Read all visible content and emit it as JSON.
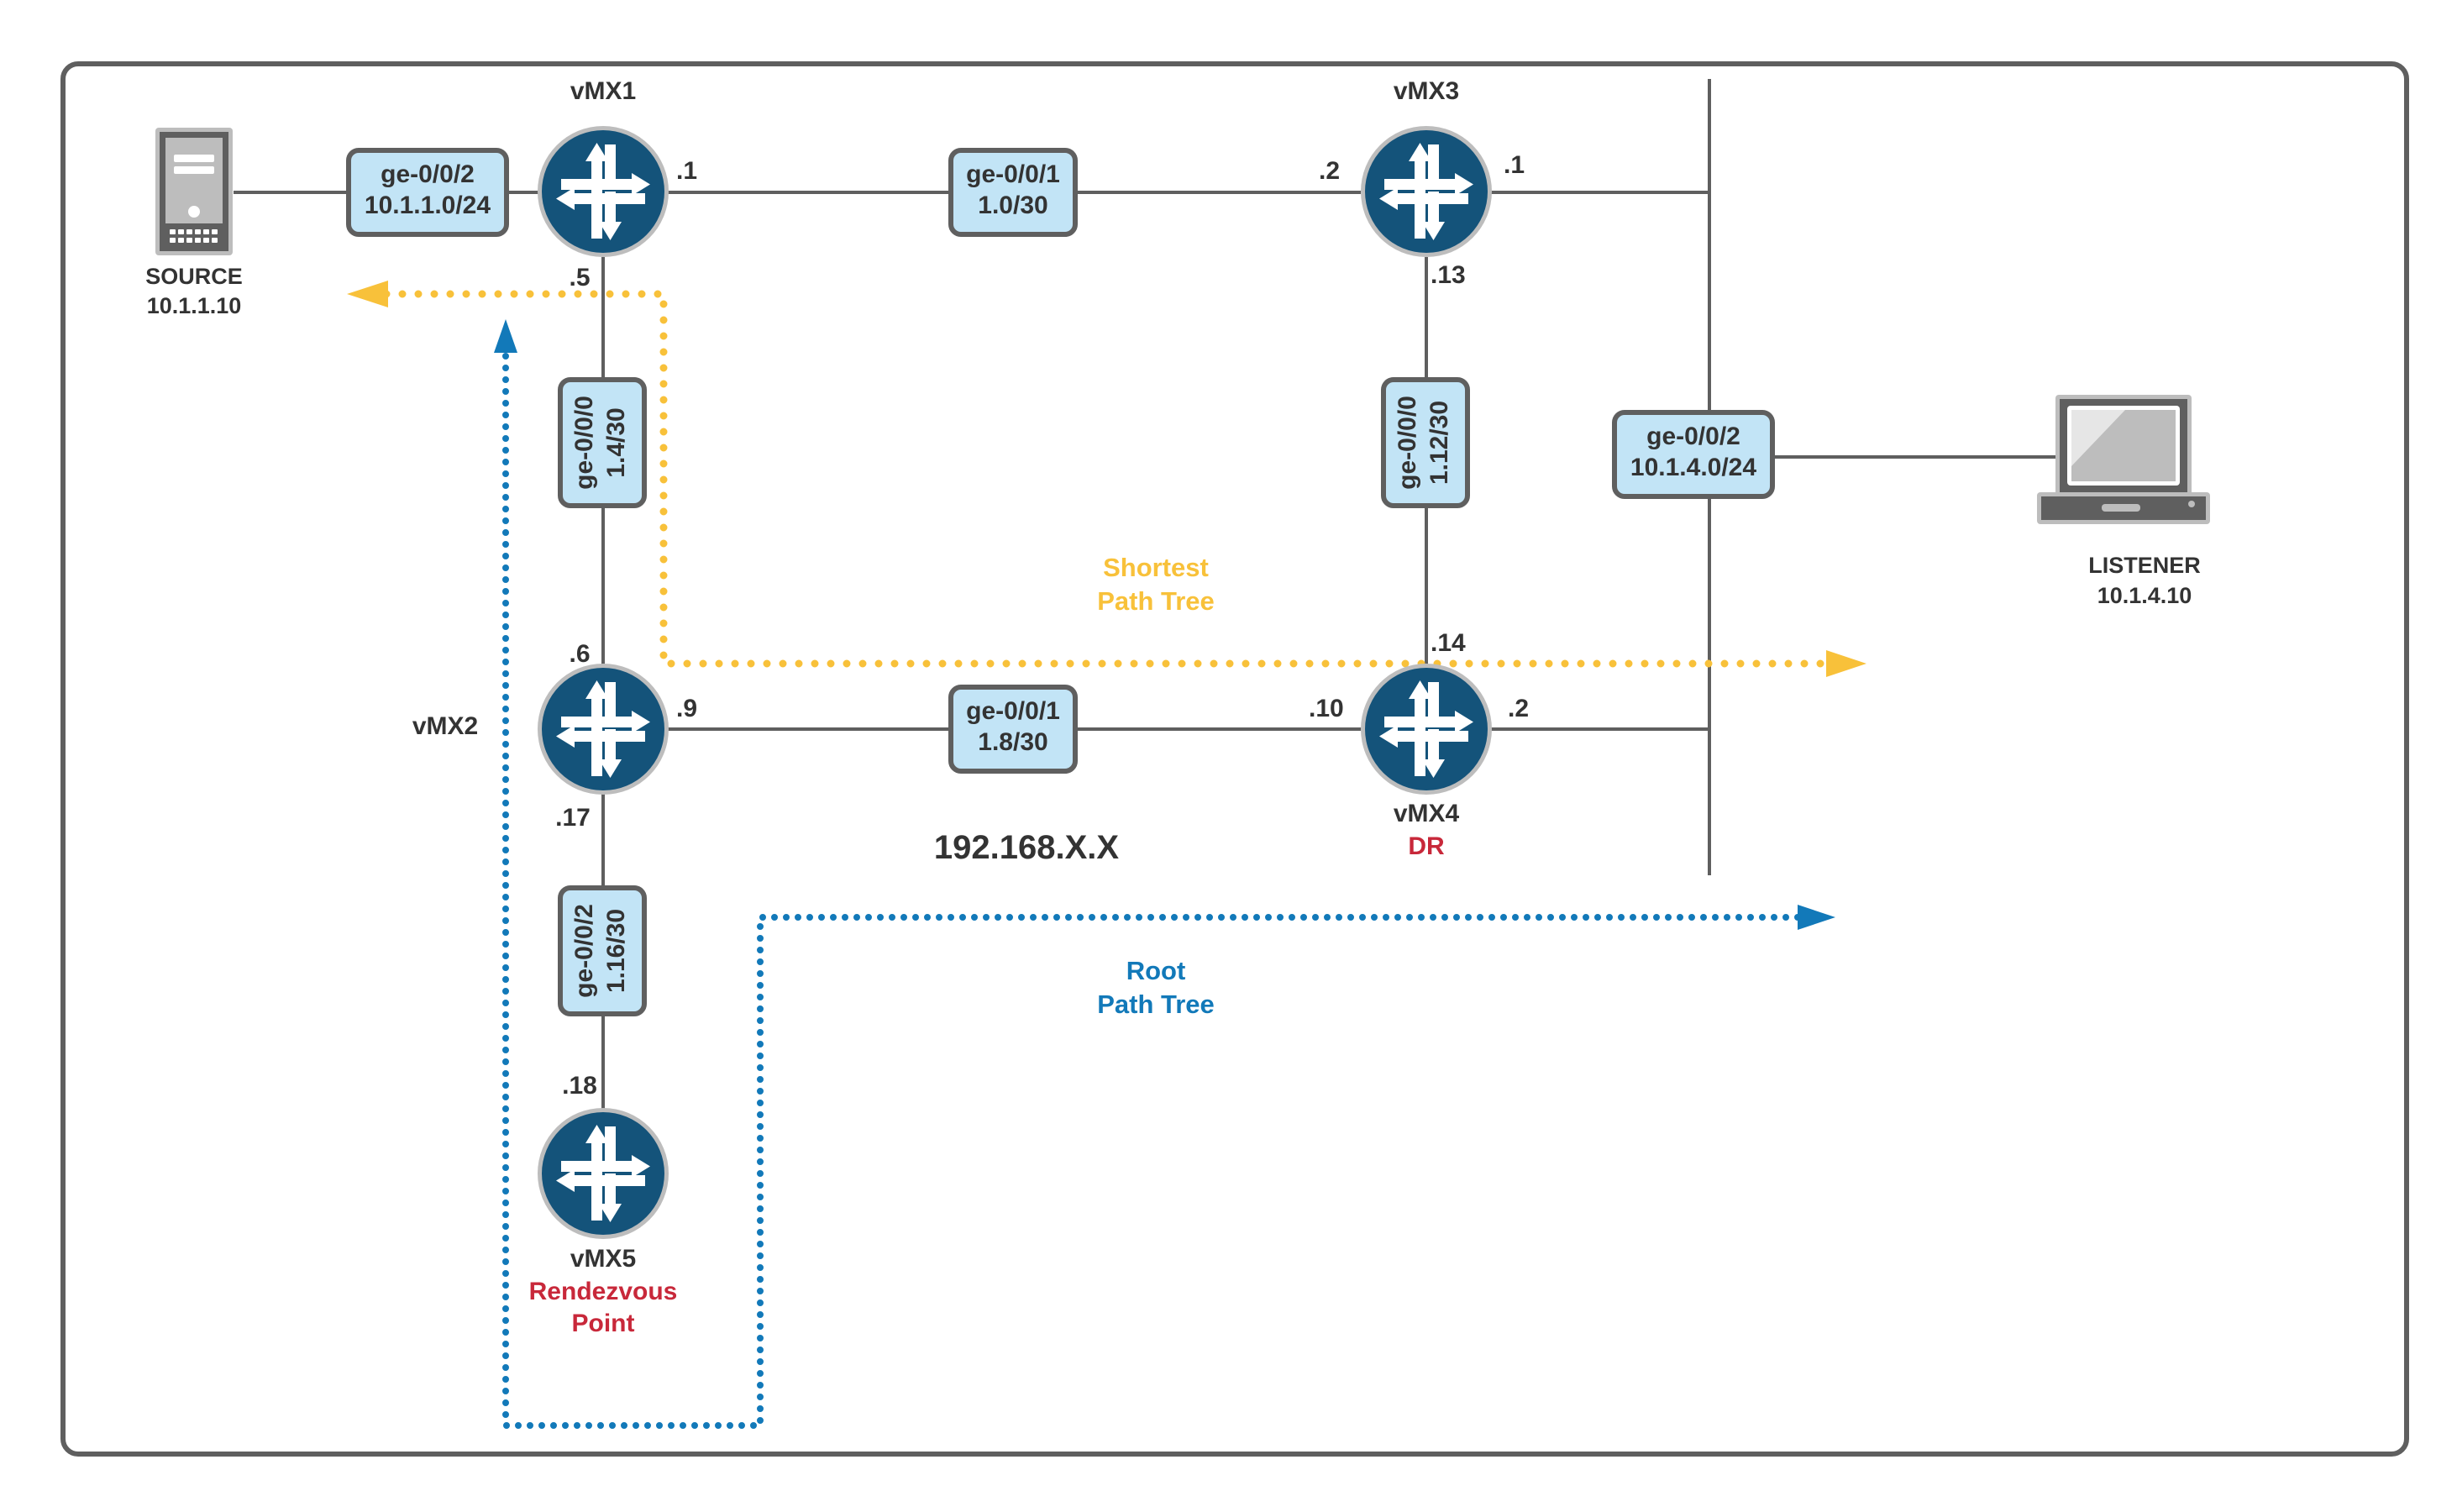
{
  "diagram": {
    "type": "network-topology",
    "subnet_label": "192.168.X.X",
    "colors": {
      "router_fill": "#14537a",
      "router_ring": "#bdbdbd",
      "link": "#5f5f5f",
      "interface_box_fill": "#c2e4f6",
      "shortest_path_tree": "#f8c13a",
      "root_path_tree": "#1279b9",
      "role_text": "#c8283a",
      "text": "#333333"
    },
    "routers": [
      {
        "id": "vmx1",
        "name": "vMX1",
        "role": ""
      },
      {
        "id": "vmx2",
        "name": "vMX2",
        "role": ""
      },
      {
        "id": "vmx3",
        "name": "vMX3",
        "role": ""
      },
      {
        "id": "vmx4",
        "name": "vMX4",
        "role": "DR"
      },
      {
        "id": "vmx5",
        "name": "vMX5",
        "role_line1": "Rendezvous",
        "role_line2": "Point"
      }
    ],
    "hosts": {
      "source": {
        "name": "SOURCE",
        "ip": "10.1.1.10",
        "icon": "server-icon"
      },
      "listener": {
        "name": "LISTENER",
        "ip": "10.1.4.10",
        "icon": "laptop-icon"
      }
    },
    "interfaces": {
      "src_vmx1": {
        "name": "ge-0/0/2",
        "subnet": "10.1.1.0/24"
      },
      "vmx1_vmx3": {
        "name": "ge-0/0/1",
        "subnet": "1.0/30"
      },
      "vmx1_vmx2": {
        "name": "ge-0/0/0",
        "subnet": "1.4/30"
      },
      "vmx3_vmx4": {
        "name": "ge-0/0/0",
        "subnet": "1.12/30"
      },
      "vmx2_vmx4": {
        "name": "ge-0/0/1",
        "subnet": "1.8/30"
      },
      "vmx2_vmx5": {
        "name": "ge-0/0/2",
        "subnet": "1.16/30"
      },
      "lan_listener": {
        "name": "ge-0/0/2",
        "subnet": "10.1.4.0/24"
      }
    },
    "addresses": {
      "vmx1_east": ".1",
      "vmx1_south": ".5",
      "vmx3_west": ".2",
      "vmx3_east": ".1",
      "vmx3_south": ".13",
      "vmx2_north": ".6",
      "vmx2_east": ".9",
      "vmx2_south": ".17",
      "vmx4_north": ".14",
      "vmx4_west": ".10",
      "vmx4_east": ".2",
      "vmx5_north": ".18"
    },
    "legend": {
      "spt_line1": "Shortest",
      "spt_line2": "Path Tree",
      "rpt_line1": "Root",
      "rpt_line2": "Path Tree"
    }
  }
}
